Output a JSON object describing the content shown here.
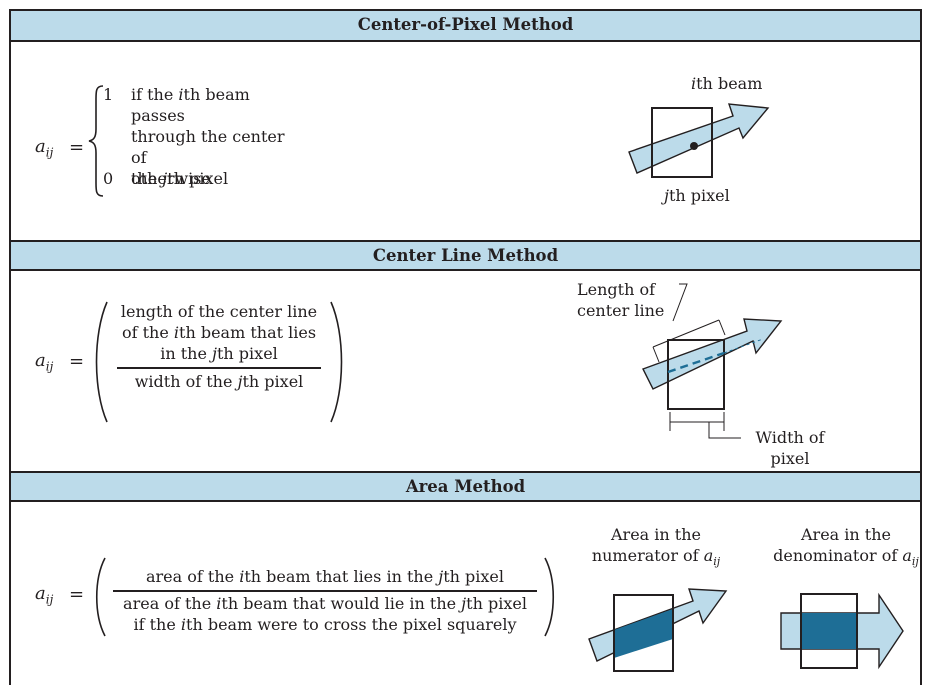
{
  "sections": {
    "center_pixel": {
      "title": "Center-of-Pixel Method",
      "lhs": "a",
      "lhs_sub": "ij",
      "equals": "=",
      "case1_value": "1",
      "case1_line1a": "if the ",
      "case1_line1_i": "i",
      "case1_line1b": "th beam passes",
      "case1_line2": "through the center of",
      "case1_line3a": "the ",
      "case1_line3_j": "j",
      "case1_line3b": "th pixel",
      "case2_value": "0",
      "case2_text": "otherwise",
      "beam_label_i": "i",
      "beam_label": "th beam",
      "pixel_label_j": "j",
      "pixel_label": "th pixel"
    },
    "center_line": {
      "title": "Center Line Method",
      "lhs": "a",
      "lhs_sub": "ij",
      "equals": "=",
      "num_line1": "length of the center line",
      "num_line2a": "of the ",
      "num_line2_i": "i",
      "num_line2b": "th beam that lies",
      "num_line3a": "in the ",
      "num_line3_j": "j",
      "num_line3b": "th pixel",
      "den_a": "width of the ",
      "den_j": "j",
      "den_b": "th pixel",
      "length_label_1": "Length of",
      "length_label_2": "center line",
      "width_label_1": "Width of",
      "width_label_2": "pixel"
    },
    "area": {
      "title": "Area Method",
      "lhs": "a",
      "lhs_sub": "ij",
      "equals": "=",
      "num_a": "area of the ",
      "num_i": "i",
      "num_b": "th beam that lies in the ",
      "num_j": "j",
      "num_c": "th pixel",
      "den1_a": "area of the ",
      "den1_i": "i",
      "den1_b": "th beam that would lie in the ",
      "den1_j": "j",
      "den1_c": "th pixel",
      "den2_a": "if the ",
      "den2_i": "i",
      "den2_b": "th beam were to cross the pixel squarely",
      "fig1_label_1": "Area in the",
      "fig1_label_2": "numerator of ",
      "fig1_a": "a",
      "fig1_sub": "ij",
      "fig2_label_1": "Area in the",
      "fig2_label_2": "denominator of ",
      "fig2_a": "a",
      "fig2_sub": "ij"
    }
  },
  "colors": {
    "header_fill": "#bcdbea",
    "beam_fill": "#bcdbea",
    "area_fill": "#1e6e96",
    "center_line": "#1e6e96",
    "ink": "#231f20"
  }
}
